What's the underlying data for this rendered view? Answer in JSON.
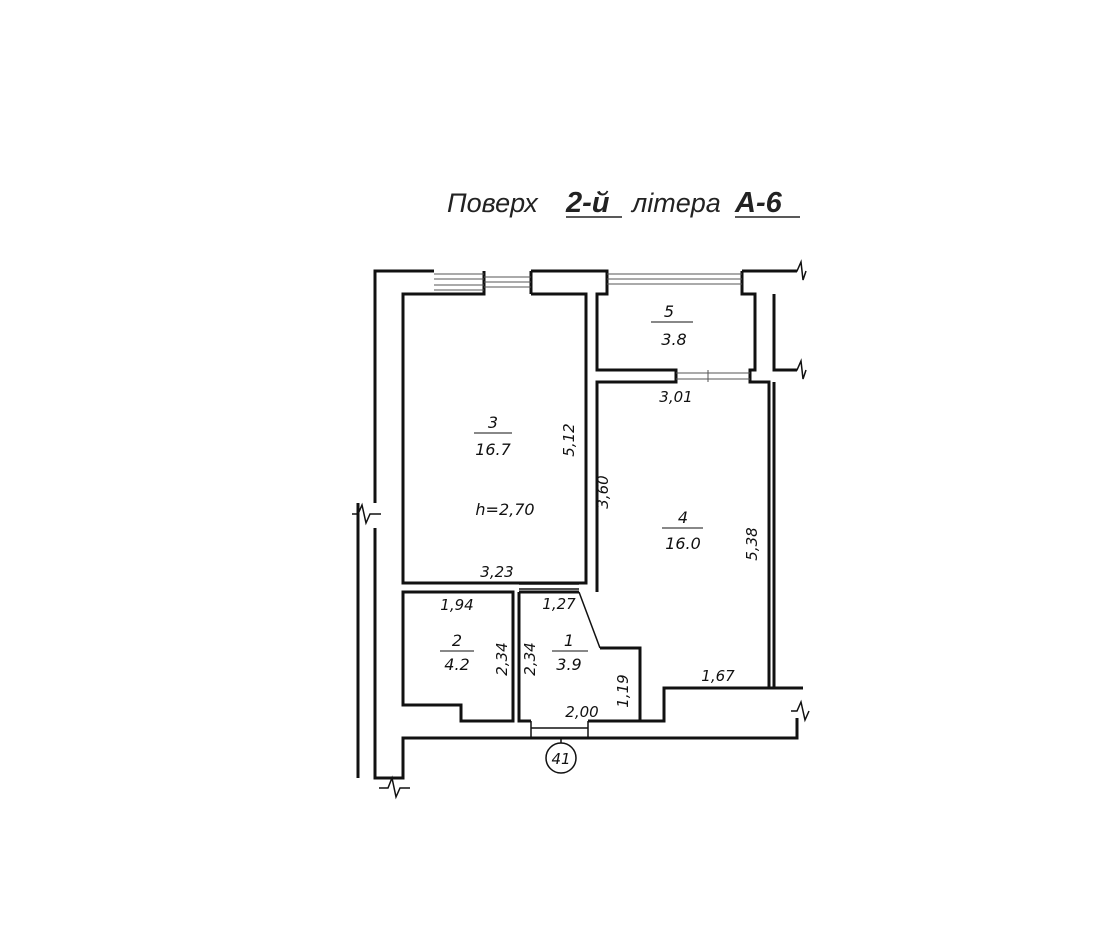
{
  "title": {
    "floor_word": "Поверх",
    "floor_value": "2-й",
    "letter_word": "літера",
    "letter_value": "А-6"
  },
  "rooms": [
    {
      "number": "3",
      "area": "16.7"
    },
    {
      "number": "5",
      "area": "3.8"
    },
    {
      "number": "4",
      "area": "16.0"
    },
    {
      "number": "2",
      "area": "4.2"
    },
    {
      "number": "1",
      "area": "3.9"
    }
  ],
  "ceiling_height": "h=2,70",
  "dimensions": {
    "room3_height": "5,12",
    "room3_width": "3,23",
    "room4_top": "3,01",
    "room4_left": "3,60",
    "room4_right": "5,38",
    "room4_bottom": "1,67",
    "room2_width": "1,94",
    "room2_height": "2,34",
    "room1_left": "2,34",
    "room1_width": "1,27",
    "room1_bottom": "2,00",
    "room1_side": "1,19"
  },
  "entrance_marker": "41"
}
